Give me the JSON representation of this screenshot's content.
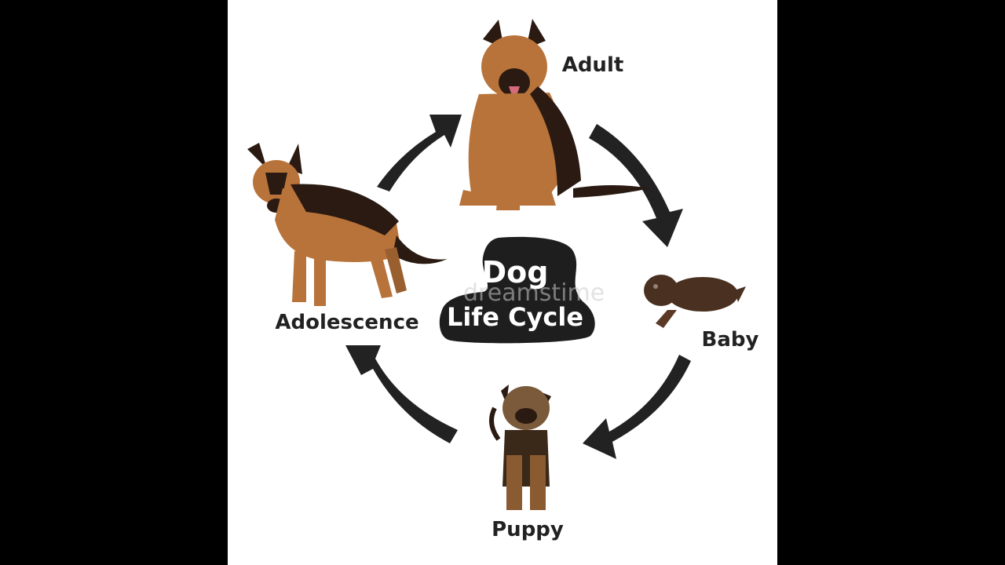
{
  "title": {
    "line1": "Dog",
    "line2": "Life Cycle"
  },
  "stages": [
    {
      "id": "adult",
      "label": "Adult"
    },
    {
      "id": "baby",
      "label": "Baby"
    },
    {
      "id": "puppy",
      "label": "Puppy"
    },
    {
      "id": "adolescence",
      "label": "Adolescence"
    }
  ],
  "watermark": "dreamstime",
  "colors": {
    "background": "#000000",
    "canvas": "#ffffff",
    "arrow": "#222222",
    "center_blob": "#1e1e1e",
    "dog_tan": "#b8733a",
    "dog_dark": "#2a1a12"
  },
  "icons": [
    "adult-dog-icon",
    "baby-dog-icon",
    "puppy-dog-icon",
    "adolescent-dog-icon",
    "cycle-arrow-icon"
  ]
}
